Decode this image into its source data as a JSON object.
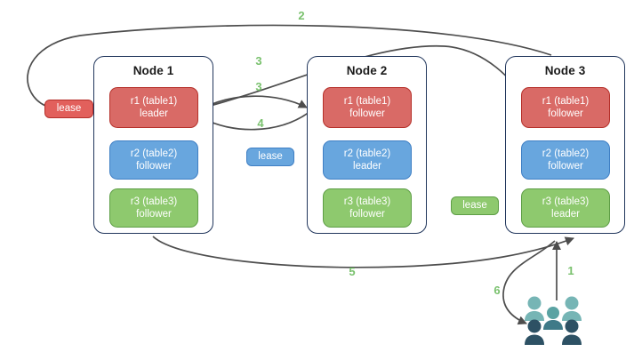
{
  "diagram": {
    "title": "Raft multi-node lease and replica placement diagram",
    "colors": {
      "replica_red": "#d96a66",
      "replica_blue": "#68a6de",
      "replica_green": "#8ec96e",
      "lease_red": "#e2605c",
      "lease_blue": "#68a6de",
      "lease_green": "#8ec96e",
      "node_border": "#21365c",
      "arrow": "#4d4d4d",
      "step_label": "#79c16d",
      "user_light": "#76b5b5",
      "user_dark": "#2d5164"
    },
    "nodes": [
      {
        "id": "node-1",
        "title": "Node 1",
        "replicas": [
          {
            "id": "n1-r1",
            "color": "red",
            "line1": "r1 (table1)",
            "line2": "leader"
          },
          {
            "id": "n1-r2",
            "color": "blue",
            "line1": "r2 (table2)",
            "line2": "follower"
          },
          {
            "id": "n1-r3",
            "color": "green",
            "line1": "r3 (table3)",
            "line2": "follower"
          }
        ]
      },
      {
        "id": "node-2",
        "title": "Node 2",
        "replicas": [
          {
            "id": "n2-r1",
            "color": "red",
            "line1": "r1 (table1)",
            "line2": "follower"
          },
          {
            "id": "n2-r2",
            "color": "blue",
            "line1": "r2 (table2)",
            "line2": "leader"
          },
          {
            "id": "n2-r3",
            "color": "green",
            "line1": "r3 (table3)",
            "line2": "follower"
          }
        ]
      },
      {
        "id": "node-3",
        "title": "Node 3",
        "replicas": [
          {
            "id": "n3-r1",
            "color": "red",
            "line1": "r1 (table1)",
            "line2": "follower"
          },
          {
            "id": "n3-r2",
            "color": "blue",
            "line1": "r2 (table2)",
            "line2": "follower"
          },
          {
            "id": "n3-r3",
            "color": "green",
            "line1": "r3 (table3)",
            "line2": "leader"
          }
        ]
      }
    ],
    "leases": [
      {
        "id": "lease-red",
        "label": "lease",
        "color": "red"
      },
      {
        "id": "lease-blue",
        "label": "lease",
        "color": "blue"
      },
      {
        "id": "lease-green",
        "label": "lease",
        "color": "green"
      }
    ],
    "steps": [
      {
        "id": "step-2",
        "label": "2"
      },
      {
        "id": "step-3a",
        "label": "3"
      },
      {
        "id": "step-3b",
        "label": "3"
      },
      {
        "id": "step-4",
        "label": "4"
      },
      {
        "id": "step-5",
        "label": "5"
      },
      {
        "id": "step-1",
        "label": "1"
      },
      {
        "id": "step-6",
        "label": "6"
      }
    ],
    "users_icon": {
      "name": "users-group-icon",
      "count": 5
    }
  }
}
